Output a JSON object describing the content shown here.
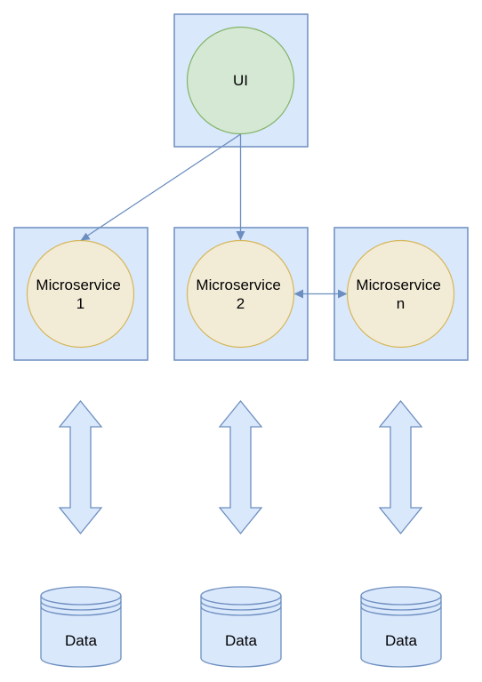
{
  "nodes": {
    "ui": {
      "label": "UI"
    },
    "ms1": {
      "line1": "Microservice",
      "line2": "1"
    },
    "ms2": {
      "line1": "Microservice",
      "line2": "2"
    },
    "msn": {
      "line1": "Microservice",
      "line2": "n"
    }
  },
  "datastores": [
    {
      "label": "Data"
    },
    {
      "label": "Data"
    },
    {
      "label": "Data"
    }
  ],
  "colors": {
    "box_fill": "#dae8fc",
    "box_stroke": "#6c8ebf",
    "ui_fill": "#d5e8d4",
    "ui_stroke": "#82b366",
    "service_fill": "#f2ecd7",
    "service_stroke": "#d6b656"
  }
}
